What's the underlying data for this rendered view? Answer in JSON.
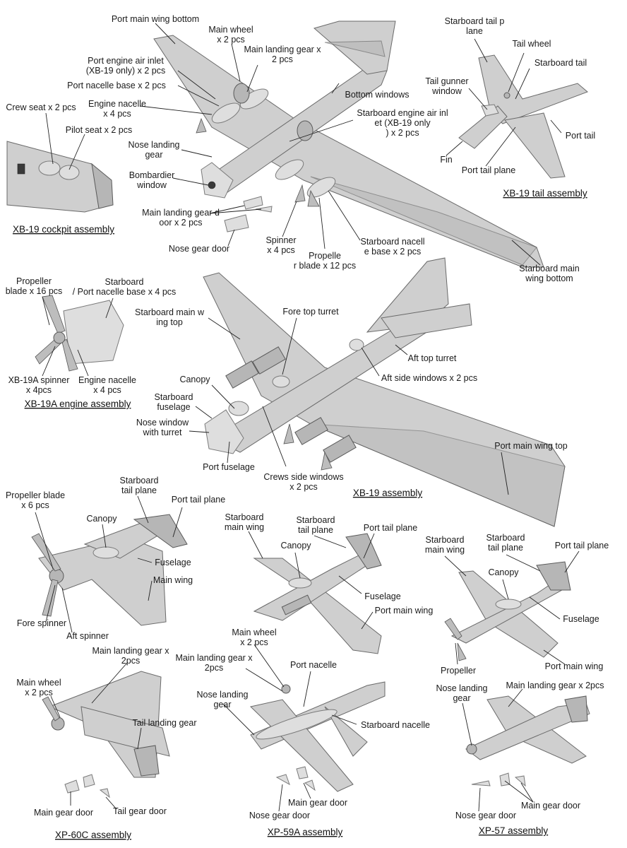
{
  "sections": [
    {
      "id": "xb19-tail",
      "title": "XB-19 tail assembly",
      "labels": [
        "Starboard tail plane",
        "Tail wheel",
        "Starboard tail",
        "Tail gunner window",
        "Port tail",
        "Fin",
        "Port tail plane"
      ]
    },
    {
      "id": "xb19-cockpit",
      "title": "XB-19 cockpit assembly",
      "labels": [
        "Crew seat x 2 pcs",
        "Pilot seat x 2 pcs"
      ]
    },
    {
      "id": "xb19-bottom",
      "labels": [
        "Port main wing bottom",
        "Main wheel x 2 pcs",
        "Main landing gear x 2 pcs",
        "Port engine air inlet (XB-19 only) x 2 pcs",
        "Port nacelle base x 2 pcs",
        "Bottom windows",
        "Engine nacelle x 4 pcs",
        "Starboard engine air inlet (XB-19 only) x 2 pcs",
        "Nose landing gear",
        "Bombardier window",
        "Main landing gear door x 2 pcs",
        "Nose gear door",
        "Spinner x 4 pcs",
        "Propeller blade x 12 pcs",
        "Starboard nacelle base x 2 pcs",
        "Starboard main wing bottom"
      ]
    },
    {
      "id": "xb19a-engine",
      "title": "XB-19A engine assembly",
      "labels": [
        "Propeller blade x 16 pcs",
        "Starboard / Port nacelle base x 4 pcs",
        "XB-19A spinner x 4pcs",
        "Engine nacelle x 4 pcs"
      ]
    },
    {
      "id": "xb19",
      "title": "XB-19 assembly",
      "labels": [
        "Starboard main wing top",
        "Fore top turret",
        "Aft top turret",
        "Canopy",
        "Aft side windows x 2 pcs",
        "Starboard fuselage",
        "Nose window with turret",
        "Port main wing top",
        "Port fuselage",
        "Crews side windows x 2 pcs"
      ]
    },
    {
      "id": "xp60c-top",
      "labels": [
        "Propeller blade x 6 pcs",
        "Starboard tail plane",
        "Port tail plane",
        "Canopy",
        "Fuselage",
        "Main wing",
        "Fore spinner",
        "Aft spinner"
      ]
    },
    {
      "id": "xp59a-top",
      "labels": [
        "Starboard main wing",
        "Starboard tail plane",
        "Port tail plane",
        "Canopy",
        "Fuselage",
        "Port main wing"
      ]
    },
    {
      "id": "xp57-top",
      "labels": [
        "Starboard main wing",
        "Starboard tail plane",
        "Port tail plane",
        "Canopy",
        "Fuselage",
        "Propeller",
        "Port main wing"
      ]
    },
    {
      "id": "xp60c",
      "title": "XP-60C assembly",
      "labels": [
        "Main landing gear x 2pcs",
        "Main wheel x 2 pcs",
        "Tail landing gear",
        "Main gear door",
        "Tail gear door"
      ]
    },
    {
      "id": "xp59a",
      "title": "XP-59A assembly",
      "labels": [
        "Main wheel x 2 pcs",
        "Main landing gear x 2pcs",
        "Port nacelle",
        "Nose landing gear",
        "Starboard nacelle",
        "Main gear door",
        "Nose gear door"
      ]
    },
    {
      "id": "xp57",
      "title": "XP-57 assembly",
      "labels": [
        "Nose landing gear",
        "Main landing gear x 2pcs",
        "Nose gear door",
        "Main gear door"
      ]
    }
  ]
}
